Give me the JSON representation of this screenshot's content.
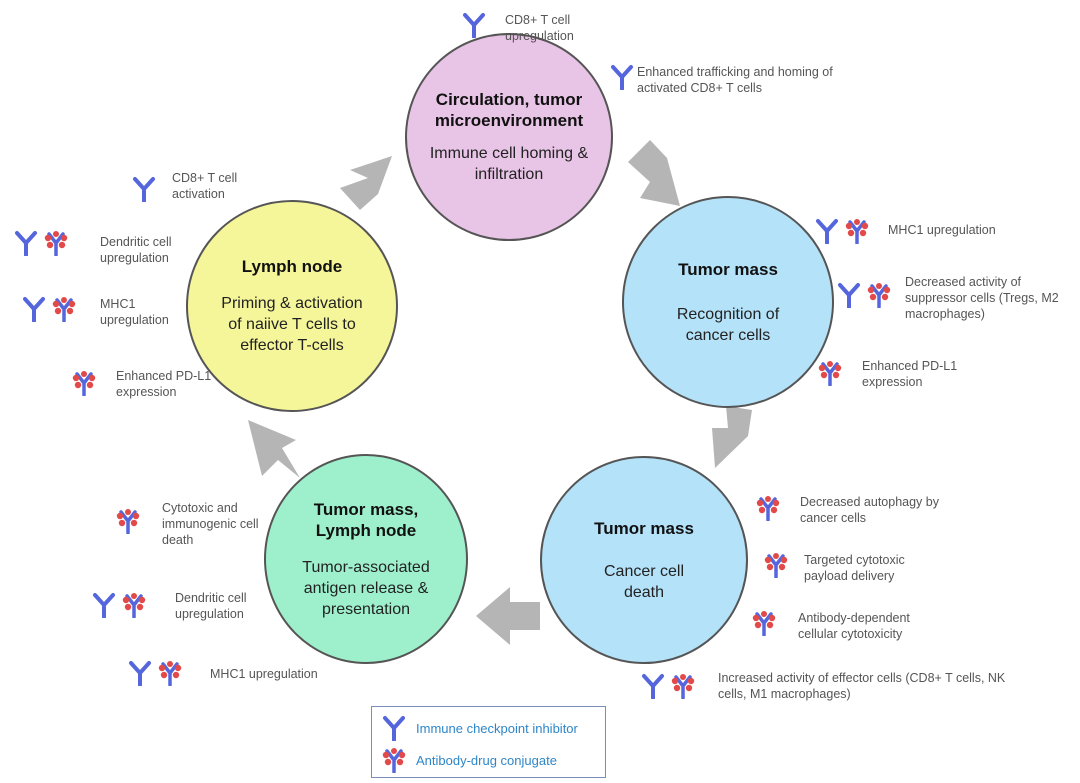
{
  "colors": {
    "lymph_node": "#f5f59a",
    "circulation": "#e8c4e6",
    "tumor_recognition": "#b4e2f8",
    "tumor_death": "#b4e2f8",
    "antigen_release": "#9ef0cc",
    "arrow": "#b5b5b5",
    "checkpoint_icon": "#5566dd",
    "adc_icon_drug": "#e24a4a"
  },
  "stages": {
    "circulation": {
      "title": "Circulation, tumor microenvironment",
      "desc": "Immune cell homing & infiltration"
    },
    "tumor_recognition": {
      "title": "Tumor mass",
      "desc": "Recognition of cancer cells"
    },
    "tumor_death": {
      "title": "Tumor mass",
      "desc": "Cancer cell death"
    },
    "antigen_release": {
      "title": "Tumor mass, Lymph node",
      "desc": "Tumor-associated antigen release & presentation"
    },
    "lymph_node": {
      "title": "Lymph node",
      "desc": "Priming & activation of naiive T cells to effector T-cells"
    }
  },
  "annotations": {
    "circ_cd8_upregulation": "CD8+ T cell upregulation",
    "circ_trafficking": "Enhanced trafficking and homing of activated CD8+ T cells",
    "rec_mhc1": "MHC1 upregulation",
    "rec_suppressor": "Decreased activity of suppressor cells (Tregs, M2 macrophages)",
    "rec_pdl1": "Enhanced PD-L1 expression",
    "death_autophagy": "Decreased autophagy by cancer cells",
    "death_payload": "Targeted cytotoxic payload delivery",
    "death_adcc": "Antibody-dependent cellular cytotoxicity",
    "death_effector": "Increased activity of effector cells (CD8+ T cells, NK cells, M1 macrophages)",
    "rel_cytotoxic": "Cytotoxic and immunogenic cell death",
    "rel_dendritic": "Dendritic cell upregulation",
    "rel_mhc1": "MHC1 upregulation",
    "ln_cd8_activation": "CD8+ T cell activation",
    "ln_dendritic": "Dendritic cell upregulation",
    "ln_mhc1": "MHC1 upregulation",
    "ln_pdl1": "Enhanced PD-L1 expression"
  },
  "legend": {
    "checkpoint_label": "Immune checkpoint inhibitor",
    "adc_label": "Antibody-drug conjugate"
  }
}
